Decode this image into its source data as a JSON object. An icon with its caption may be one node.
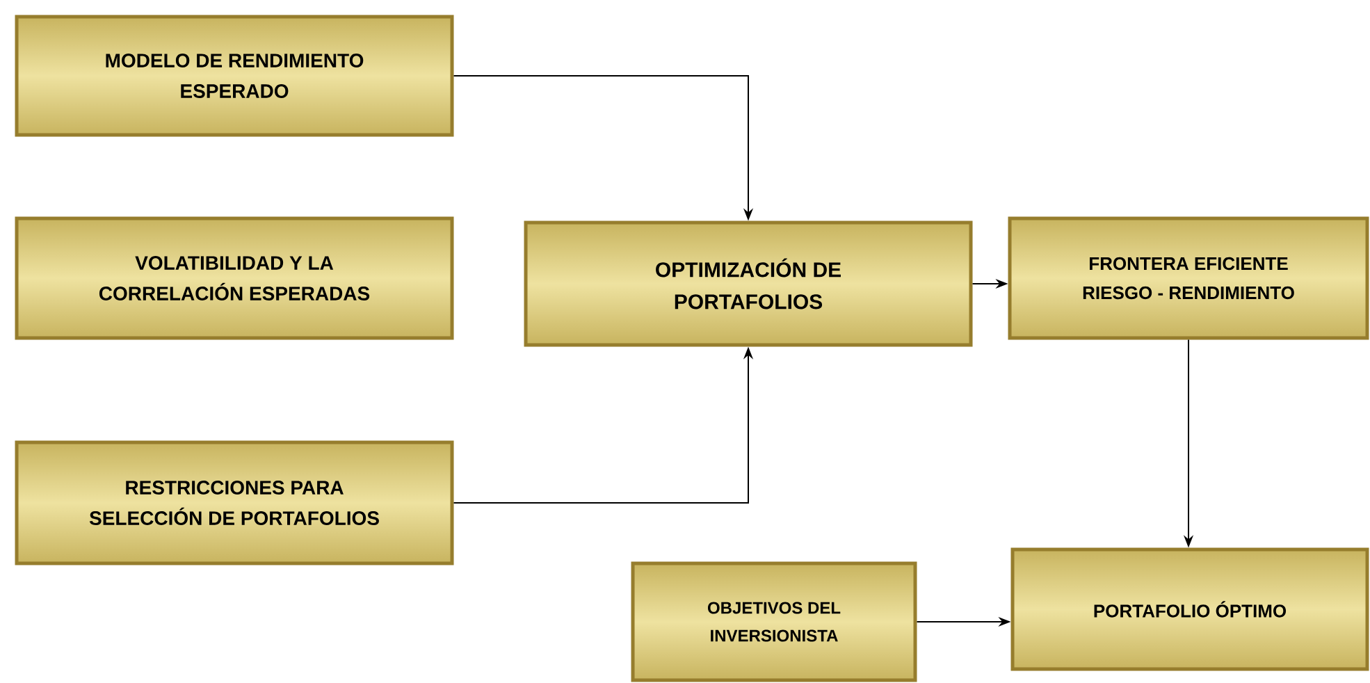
{
  "diagram": {
    "nodes": [
      {
        "text": [
          "MODELO DE RENDIMIENTO ESPERADO"
        ]
      },
      {
        "text": [
          "VOLATIBILIDAD Y LA CORRELACIÓN ESPERADAS"
        ]
      },
      {
        "text": [
          "OPTIMIZACIÓN DE PORTAFOLIOS"
        ]
      },
      {
        "text": [
          "FRONTERA EFICIENTE RIESGO - RENDIMIENTO"
        ]
      },
      {
        "text": [
          "RESTRICCIONES PARA SELECCIÓN DE PORTAFOLIOS"
        ]
      },
      {
        "text": [
          "OBJETIVOS DEL INVERSIONISTA"
        ]
      },
      {
        "text": [
          "PORTAFOLIO ÓPTIMO"
        ]
      }
    ],
    "edges": [
      {
        "from": 0,
        "to": 2,
        "arrow": "to"
      },
      {
        "from": 4,
        "to": 2,
        "arrow": "to"
      },
      {
        "from": 2,
        "to": 3,
        "arrow": "to"
      },
      {
        "from": 3,
        "to": 6,
        "arrow": "to"
      },
      {
        "from": 5,
        "to": 6,
        "arrow": "to"
      }
    ]
  }
}
